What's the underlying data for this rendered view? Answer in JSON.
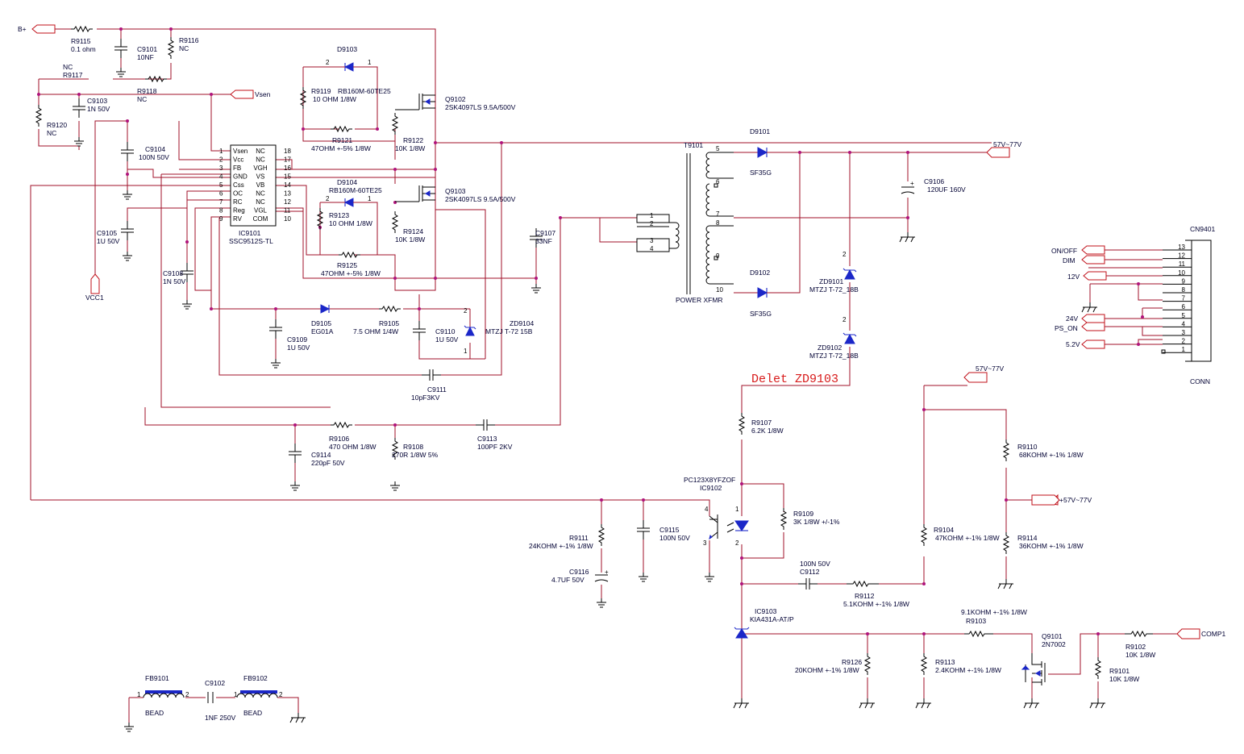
{
  "ports": {
    "b_plus": "B+",
    "vsen": "Vsen",
    "vcc1": "VCC1",
    "out_57_77_top": "57V~77V",
    "out_57_77_mid": "57V~77V",
    "plus57_77": "+57V~77V",
    "comp1": "COMP1",
    "on_off": "ON/OFF",
    "dim": "DIM",
    "v12": "12V",
    "v24": "24V",
    "ps_on": "PS_ON",
    "v5_2": "5.2V"
  },
  "ic9101": {
    "ref": "IC9101",
    "part": "SSC9512S-TL",
    "left_pins": [
      {
        "num": "1",
        "name": "Vsen"
      },
      {
        "num": "2",
        "name": "Vcc"
      },
      {
        "num": "3",
        "name": "FB"
      },
      {
        "num": "4",
        "name": "GND"
      },
      {
        "num": "5",
        "name": "Css"
      },
      {
        "num": "6",
        "name": "OC"
      },
      {
        "num": "7",
        "name": "RC"
      },
      {
        "num": "8",
        "name": "Reg"
      },
      {
        "num": "9",
        "name": "RV"
      }
    ],
    "right_pins": [
      {
        "num": "18",
        "name": "NC"
      },
      {
        "num": "17",
        "name": "NC"
      },
      {
        "num": "16",
        "name": "VGH"
      },
      {
        "num": "15",
        "name": "VS"
      },
      {
        "num": "14",
        "name": "VB"
      },
      {
        "num": "13",
        "name": "NC"
      },
      {
        "num": "12",
        "name": "NC"
      },
      {
        "num": "11",
        "name": "VGL"
      },
      {
        "num": "10",
        "name": "COM"
      }
    ]
  },
  "labels": {
    "r9115": "R9115",
    "r9115_v": "0.1 ohm",
    "c9101": "C9101",
    "c9101_v": "10NF",
    "r9116": "R9116",
    "r9116_v": "NC",
    "r9117_nc": "NC",
    "r9117": "R9117",
    "r9118": "R9118",
    "r9118_v": "NC",
    "c9103": "C9103",
    "c9103_v": "1N 50V",
    "r9120": "R9120",
    "r9120_v": "NC",
    "c9104": "C9104",
    "c9104_v": "100N 50V",
    "c9105": "C9105",
    "c9105_v": "1U 50V",
    "c9108": "C9108",
    "c9108_v": "1N 50V",
    "d9103": "D9103",
    "d9103_p2": "2",
    "d9103_p1": "1",
    "r9119": "R9119",
    "r9119_part": "RB160M-60TE25",
    "r9119_v": "10 OHM 1/8W",
    "r9121": "R9121",
    "r9121_v": "47OHM +-5% 1/8W",
    "r9122": "R9122",
    "r9122_v": "10K 1/8W",
    "q9102": "Q9102",
    "q9102_v": "2SK4097LS 9.5A/500V",
    "d9104": "D9104",
    "d9104_part": "RB160M-60TE25",
    "d9104_p2": "2",
    "d9104_p1": "1",
    "r9123": "R9123",
    "r9123_v": "10 OHM 1/8W",
    "r9124": "R9124",
    "r9124_v": "10K 1/8W",
    "q9103": "Q9103",
    "q9103_v": "2SK4097LS 9.5A/500V",
    "r9125": "R9125",
    "r9125_v": "47OHM +-5% 1/8W",
    "c9107": "C9107",
    "c9107_v": "33NF",
    "d9105": "D9105",
    "d9105_v": "EG01A",
    "r9105": "R9105",
    "r9105_v": "7.5 OHM 1/4W",
    "c9109": "C9109",
    "c9109_v": "1U 50V",
    "c9110": "C9110",
    "c9110_v": "1U 50V",
    "zd9104": "ZD9104",
    "zd9104_v": "MTZJ T-72 15B",
    "zd9104_p2": "2",
    "zd9104_p1": "1",
    "c9111": "C9111",
    "c9111_v": "10pF3KV",
    "r9106": "R9106",
    "r9106_v": "470 OHM 1/8W",
    "r9108": "R9108",
    "r9108_v": "270R 1/8W 5%",
    "c9113": "C9113",
    "c9113_v": "100PF 2KV",
    "c9114": "C9114",
    "c9114_v": "220pF 50V",
    "t9101": "T9101",
    "t9101_v": "POWER XFMR",
    "t_p5": "5",
    "t_p6": "6",
    "t_p7": "7",
    "t_p8": "8",
    "t_p9": "9",
    "t_p10": "10",
    "t_p1": "1",
    "t_p2": "2",
    "t_p3": "3",
    "t_p4": "4",
    "d9101": "D9101",
    "d9101_v": "SF35G",
    "d9102": "D9102",
    "d9102_v": "SF35G",
    "c9106": "C9106",
    "c9106_v": "120UF 160V",
    "zd9101": "ZD9101",
    "zd9101_v": "MTZJ T-72_18B",
    "zd9101_p": "2",
    "zd9102": "ZD9102",
    "zd9102_v": "MTZJ T-72_18B",
    "zd9102_p": "2",
    "delete_note": "Delet ZD9103",
    "r9107": "R9107",
    "r9107_v": "6.2K 1/8W",
    "ic9102_part": "PC123X8YFZOF",
    "ic9102": "IC9102",
    "ic9102_p4": "4",
    "ic9102_p3": "3",
    "ic9102_p1": "1",
    "ic9102_p2": "2",
    "r9109": "R9109",
    "r9109_v": "3K 1/8W +/-1%",
    "r9111": "R9111",
    "r9111_v": "24KOHM +-1% 1/8W",
    "c9115": "C9115",
    "c9115_v": "100N 50V",
    "c9116": "C9116",
    "c9116_v": "4.7UF 50V",
    "c9112_v": "100N 50V",
    "c9112": "C9112",
    "r9112": "R9112",
    "r9112_v": "5.1KOHM +-1% 1/8W",
    "r9104": "R9104",
    "r9104_v": "47KOHM +-1% 1/8W",
    "r9110": "R9110",
    "r9110_v": "68KOHM +-1% 1/8W",
    "r9114": "R9114",
    "r9114_v": "36KOHM +-1% 1/8W",
    "ic9103": "IC9103",
    "ic9103_v": "KIA431A-AT/P",
    "r9103_v": "9.1KOHM +-1% 1/8W",
    "r9103": "R9103",
    "q9101": "Q9101",
    "q9101_v": "2N7002",
    "r9126": "R9126",
    "r9126_v": "20KOHM +-1% 1/8W",
    "r9113": "R9113",
    "r9113_v": "2.4KOHM +-1% 1/8W",
    "r9102": "R9102",
    "r9102_v": "10K 1/8W",
    "r9101": "R9101",
    "r9101_v": "10K 1/8W",
    "fb9101": "FB9101",
    "fb9101_v": "BEAD",
    "fb9101_p1": "1",
    "fb9101_p2": "2",
    "c9102": "C9102",
    "c9102_v": "1NF 250V",
    "fb9102": "FB9102",
    "fb9102_v": "BEAD",
    "fb9102_p1": "1",
    "fb9102_p2": "2",
    "cn9401": "CN9401",
    "cn9401_v": "CONN"
  },
  "connector_pins": [
    "13",
    "12",
    "11",
    "10",
    "9",
    "8",
    "7",
    "6",
    "5",
    "4",
    "3",
    "2",
    "1"
  ]
}
